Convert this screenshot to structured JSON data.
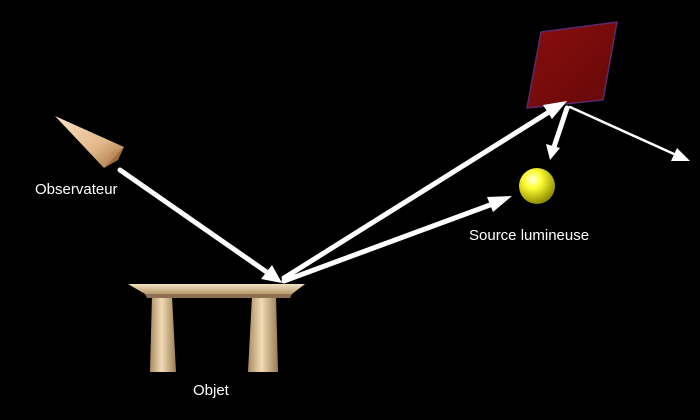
{
  "labels": {
    "observer": "Observateur",
    "light_source": "Source lumineuse",
    "object": "Objet"
  },
  "colors": {
    "background": "#000000",
    "rays": "#ffffff",
    "panel": "#7a0a0a",
    "panel_edge": "#5a2a6e",
    "sphere": "#ffff33",
    "wood": "#d8bf95",
    "cone": "#f0c9a0"
  }
}
